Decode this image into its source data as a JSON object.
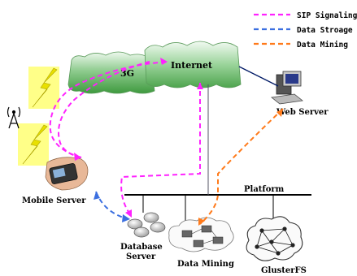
{
  "legend": [
    {
      "label": "SIP Signaling",
      "color": "#ff22ff"
    },
    {
      "label": "Data Stroage",
      "color": "#3b6fe0"
    },
    {
      "label": "Data Mining",
      "color": "#ff7a1a"
    }
  ],
  "clouds": {
    "network_3g": "3G",
    "internet": "Internet"
  },
  "nodes": {
    "web_server": "Web Server",
    "mobile_server": "Mobile Server",
    "platform": "Platform",
    "database_server_line1": "Database",
    "database_server_line2": "Server",
    "data_mining": "Data Mining",
    "glusterfs": "GlusterFS"
  },
  "colors": {
    "cloud_green": "#7ec27e",
    "lightning_bg": "#ffff88",
    "lightning_bolt": "#e8e000",
    "sip": "#ff22ff",
    "storage": "#3b6fe0",
    "mining": "#ff7a1a"
  }
}
